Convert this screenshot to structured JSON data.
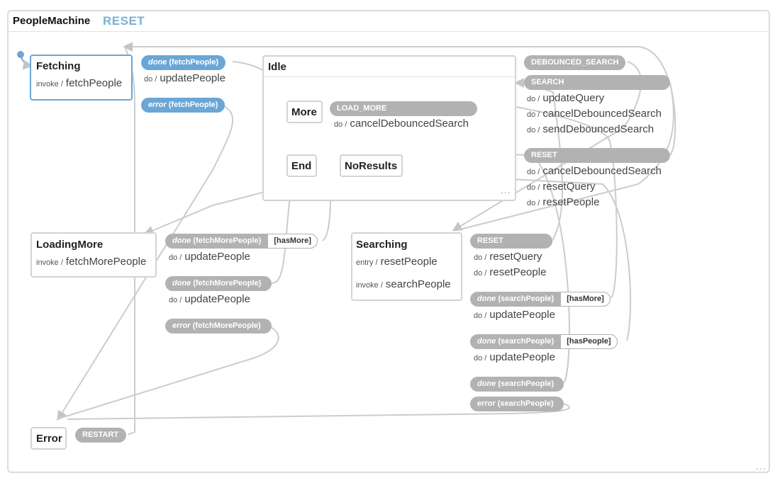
{
  "machine": {
    "title": "PeopleMachine",
    "reset_label": "RESET"
  },
  "states": {
    "fetching": {
      "title": "Fetching",
      "invoke_key": "invoke /",
      "invoke": "fetchPeople"
    },
    "idle": {
      "title": "Idle"
    },
    "more": {
      "title": "More"
    },
    "end": {
      "title": "End"
    },
    "noresults": {
      "title": "NoResults"
    },
    "loadingmore": {
      "title": "LoadingMore",
      "invoke_key": "invoke /",
      "invoke": "fetchMorePeople"
    },
    "searching": {
      "title": "Searching",
      "entry_key": "entry /",
      "entry": "resetPeople",
      "invoke_key": "invoke /",
      "invoke": "searchPeople"
    },
    "error": {
      "title": "Error"
    }
  },
  "do_key": "do /",
  "events": {
    "fetch_done": {
      "prefix": "done",
      "label": "(fetchPeople)",
      "actions": [
        "updatePeople"
      ]
    },
    "fetch_error": {
      "prefix": "error",
      "label": "(fetchPeople)"
    },
    "load_more": {
      "label": "LOAD_MORE",
      "actions": [
        "cancelDebouncedSearch"
      ]
    },
    "debounced_search": {
      "label": "DEBOUNCED_SEARCH"
    },
    "search": {
      "label": "SEARCH",
      "actions": [
        "updateQuery",
        "cancelDebouncedSearch",
        "sendDebouncedSearch"
      ]
    },
    "reset_idle": {
      "label": "RESET",
      "actions": [
        "cancelDebouncedSearch",
        "resetQuery",
        "resetPeople"
      ]
    },
    "lm_done_more": {
      "prefix": "done",
      "label": "(fetchMorePeople)",
      "guard": "[hasMore]",
      "actions": [
        "updatePeople"
      ]
    },
    "lm_done": {
      "prefix": "done",
      "label": "(fetchMorePeople)",
      "actions": [
        "updatePeople"
      ]
    },
    "lm_error": {
      "prefix": "error",
      "label": "(fetchMorePeople)"
    },
    "reset_search": {
      "label": "RESET",
      "actions": [
        "resetQuery",
        "resetPeople"
      ]
    },
    "s_done_more": {
      "prefix": "done",
      "label": "(searchPeople)",
      "guard": "[hasMore]",
      "actions": [
        "updatePeople"
      ]
    },
    "s_done_people": {
      "prefix": "done",
      "label": "(searchPeople)",
      "guard": "[hasPeople]",
      "actions": [
        "updatePeople"
      ]
    },
    "s_done": {
      "prefix": "done",
      "label": "(searchPeople)"
    },
    "s_error": {
      "prefix": "error",
      "label": "(searchPeople)"
    },
    "restart": {
      "label": "RESTART"
    }
  },
  "ellipsis": "...",
  "colors": {
    "active_border": "#6aa6d6",
    "event_gray": "#b2b2b2",
    "event_blue": "#6aa6d6",
    "wire": "#cccccc",
    "reset_link": "#7ab0d6"
  }
}
